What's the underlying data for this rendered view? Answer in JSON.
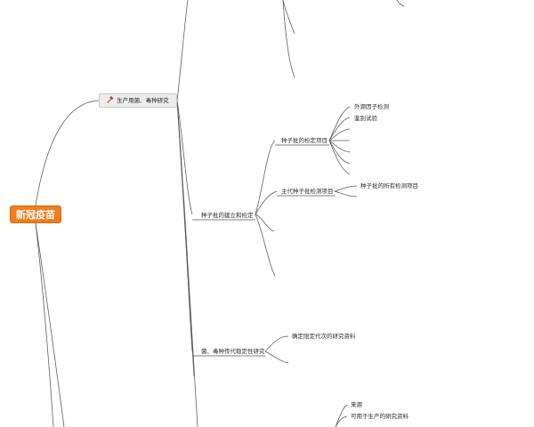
{
  "root": {
    "label": "新冠疫苗"
  },
  "branch_main": {
    "label": "生产用菌、毒种研究",
    "icon": "hammer-icon"
  },
  "nodes": {
    "seed_lot": {
      "label": "种子批的建立和检定"
    },
    "seed_lot_test_items": {
      "label": "种子批的检定项目"
    },
    "exogenous_factor": {
      "label": "外源因子检测"
    },
    "identification": {
      "label": "鉴别试验"
    },
    "master_seed_test_items": {
      "label": "主代种子批检测项目"
    },
    "all_seed_test_items": {
      "label": "种子批的所有检测项目"
    },
    "passage_stability": {
      "label": "菌、毒种传代稳定性研究"
    },
    "passage_data": {
      "label": "确定限定代次的研究资料"
    },
    "source": {
      "label": "来源"
    },
    "production_data": {
      "label": "可用于生产的研究资料"
    }
  },
  "colors": {
    "root_fill": "#f07d1e",
    "line": "#555555",
    "box_fill": "#ececec"
  }
}
